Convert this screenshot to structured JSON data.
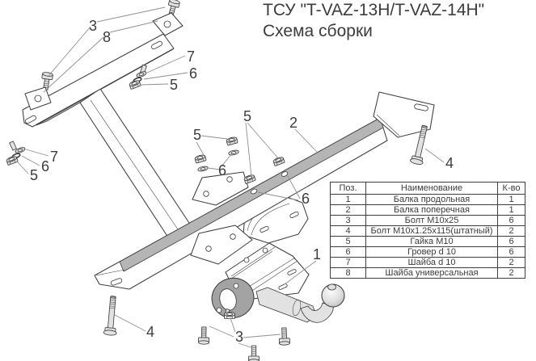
{
  "title": {
    "line1": "ТСУ \"T-VAZ-13H/T-VAZ-14H\"",
    "line2": "Схема сборки"
  },
  "parts_table": {
    "headers": {
      "pos": "Поз.",
      "name": "Наименование",
      "qty": "К-во"
    },
    "rows": [
      {
        "pos": "1",
        "name": "Балка продольная",
        "qty": "1"
      },
      {
        "pos": "2",
        "name": "Балка поперечная",
        "qty": "1"
      },
      {
        "pos": "3",
        "name": "Болт М10х25",
        "qty": "6"
      },
      {
        "pos": "4",
        "name": "Болт М10х1.25х115(штатный)",
        "qty": "2"
      },
      {
        "pos": "5",
        "name": "Гайка  М10",
        "qty": "6"
      },
      {
        "pos": "6",
        "name": "Гровер d 10",
        "qty": "6"
      },
      {
        "pos": "7",
        "name": "Шайба d 10",
        "qty": "2"
      },
      {
        "pos": "8",
        "name": "Шайба универсальная",
        "qty": "2"
      }
    ]
  },
  "callouts": [
    {
      "label": "3",
      "ref": "Болт М10х25"
    },
    {
      "label": "8",
      "ref": "Шайба универсальная"
    },
    {
      "label": "7",
      "ref": "Шайба d 10"
    },
    {
      "label": "6",
      "ref": "Гровер d 10"
    },
    {
      "label": "5",
      "ref": "Гайка М10"
    },
    {
      "label": "7",
      "ref": "Шайба d 10"
    },
    {
      "label": "6",
      "ref": "Гровер d 10"
    },
    {
      "label": "5",
      "ref": "Гайка М10"
    },
    {
      "label": "5",
      "ref": "Гайка М10"
    },
    {
      "label": "6",
      "ref": "Гровер d 10"
    },
    {
      "label": "5",
      "ref": "Гайка М10"
    },
    {
      "label": "2",
      "ref": "Балка поперечная"
    },
    {
      "label": "6",
      "ref": "Гровер d 10"
    },
    {
      "label": "4",
      "ref": "Болт М10х1.25х115(штатный)"
    },
    {
      "label": "1",
      "ref": "Балка продольная"
    },
    {
      "label": "4",
      "ref": "Болт М10х1.25х115(штатный)"
    },
    {
      "label": "3",
      "ref": "Болт М10х25"
    }
  ],
  "colors": {
    "background": "#ffffff",
    "line": "#3e3e3e",
    "text": "#3c3c3c",
    "leader": "#8f8f8f",
    "beam_shade": "#b5b5b5",
    "plate_shade": "#a3a3a3",
    "metal": "#e2e2e2"
  }
}
